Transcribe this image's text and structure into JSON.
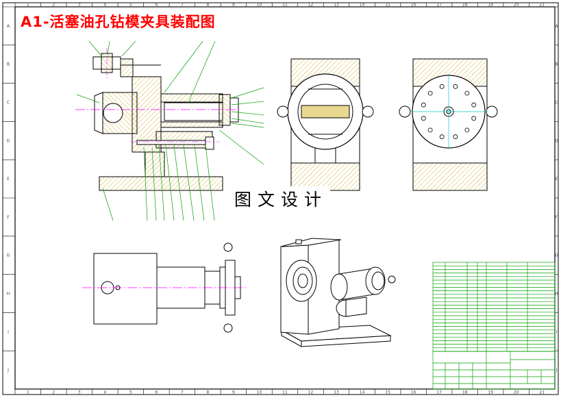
{
  "title": "A1-活塞油孔钻模夹具装配图",
  "watermark": "图文设计",
  "border": {
    "columns": [
      "1",
      "2",
      "3",
      "4",
      "5",
      "6",
      "7",
      "8",
      "9",
      "10",
      "11",
      "12",
      "13",
      "14",
      "15",
      "16",
      "17",
      "18",
      "19",
      "20",
      "21"
    ],
    "rows": [
      "A",
      "B",
      "C",
      "D",
      "E",
      "F",
      "G",
      "H",
      "I",
      "J"
    ]
  },
  "colors": {
    "title": "#ff0000",
    "outline": "#000000",
    "hatch": "#c8a000",
    "centerline": "#ff00ff",
    "leader": "#00a000",
    "axis": "#00c8c8",
    "table": "#00a000"
  },
  "views": [
    "section-view",
    "front-view",
    "side-view",
    "top-view",
    "isometric-view"
  ]
}
